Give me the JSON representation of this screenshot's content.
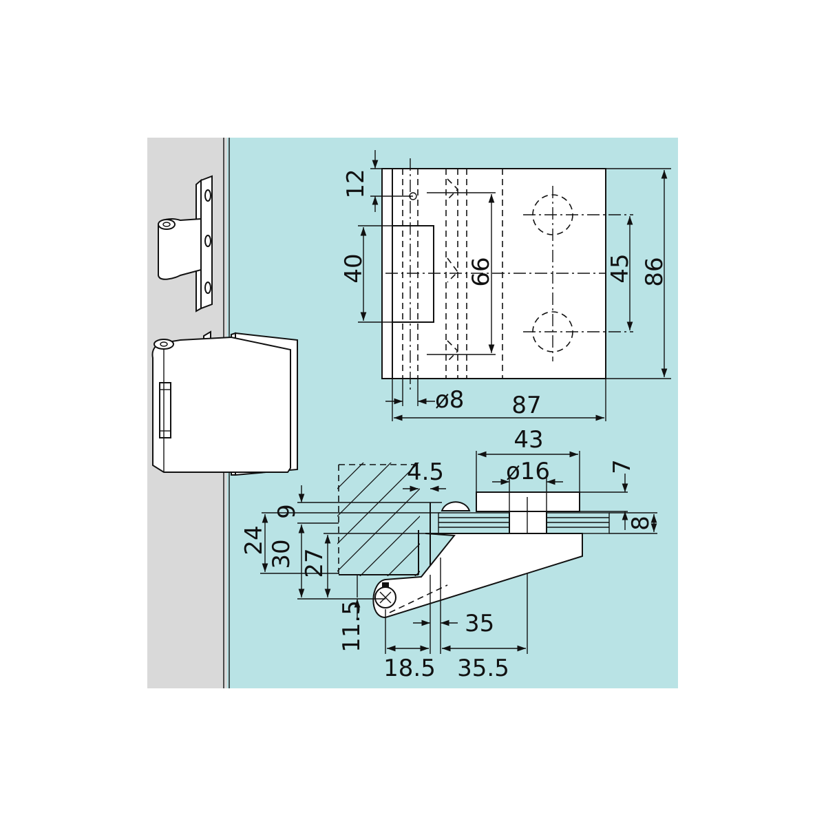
{
  "colors": {
    "wall": "#d9d9d9",
    "glass": "#b9e3e5",
    "part": "#ffffff",
    "line": "#111111"
  },
  "front_view_dims": {
    "top_offset": "12",
    "leaf_height": "40",
    "slot_height": "66",
    "hole_spacing": "45",
    "total_height": "86",
    "pin_diameter": "ø8",
    "total_width": "87"
  },
  "section_view_dims": {
    "clamp_width": "43",
    "bolt_diameter": "ø16",
    "gap": "4.5",
    "plate_thickness": "7",
    "glass_thickness": "8",
    "offset_9": "9",
    "height_24": "24",
    "height_30": "30",
    "height_27": "27",
    "pivot_offset": "11.5",
    "depth_35": "35",
    "width_18_5": "18.5",
    "width_35_5": "35.5"
  }
}
